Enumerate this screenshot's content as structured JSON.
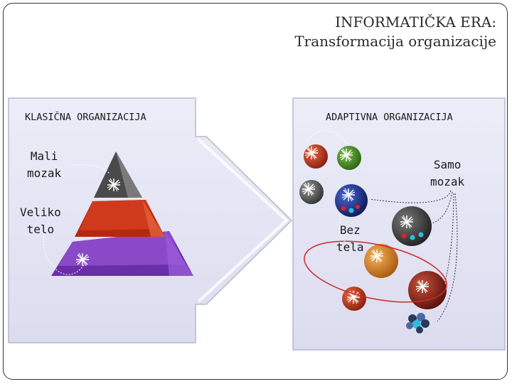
{
  "title": {
    "line1": "INFORMATIČKA ERA:",
    "line2": "Transformacija organizacije"
  },
  "left_panel": {
    "heading": "KLASIČNA ORGANIZACIJA",
    "label_small_brain": [
      "Mali",
      "mozak"
    ],
    "label_large_body": [
      "Veliko",
      "telo"
    ],
    "pyramid_layers": [
      "gray-top",
      "red-middle",
      "purple-base"
    ]
  },
  "right_panel": {
    "heading": "ADAPTIVNA ORGANIZACIJA",
    "label_brain_only": [
      "Samo",
      "mozak"
    ],
    "label_no_body": [
      "Bez",
      "tela"
    ]
  },
  "colors": {
    "panel_bg": "#e4e4f4",
    "panel_border": "#b8b8cc",
    "pyramid_gray": "#5a5a5a",
    "pyramid_red": "#c0301a",
    "pyramid_purple": "#7a3bb8",
    "sphere_red": "#b8321a",
    "sphere_green": "#3d8a1c",
    "sphere_gray": "#555555",
    "sphere_blue": "#1a2f8a",
    "sphere_orange": "#d6821f",
    "sphere_maroon": "#8a1f1a",
    "ellipse": "#cc2a2a"
  }
}
